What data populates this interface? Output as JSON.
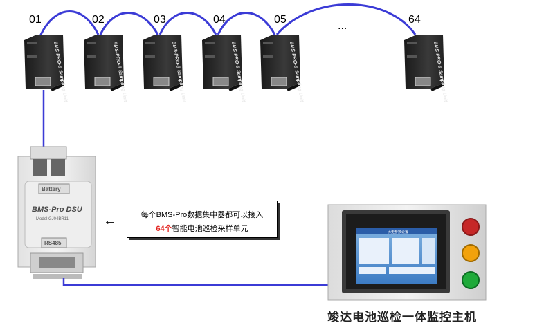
{
  "units": [
    {
      "label": "01"
    },
    {
      "label": "02"
    },
    {
      "label": "03"
    },
    {
      "label": "04"
    },
    {
      "label": "05"
    },
    {
      "label": "..."
    },
    {
      "label": "64"
    }
  ],
  "unit_device": {
    "model": "BMS-PRO-S",
    "text": "Sampling Unit"
  },
  "dsu": {
    "battery_label": "Battery",
    "title": "BMS-Pro DSU",
    "model": "Model:GJ04BR11",
    "port_label": "RS485"
  },
  "note": {
    "line1": "每个BMS-Pro数据集中器都可以接入",
    "line2_highlight": "64个",
    "line2_rest": "智能电池巡检采样单元",
    "highlight_color": "#e3231e"
  },
  "host": {
    "caption": "竣达电池巡检一体监控主机",
    "screen_title": "历史参数设置"
  },
  "arrow_glyph": "←",
  "colors": {
    "cable": "#3b3bd6",
    "unit_body": "#2a2a2a"
  }
}
